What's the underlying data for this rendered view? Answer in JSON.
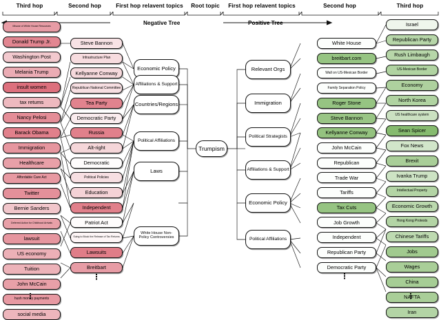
{
  "header": {
    "columns_left": [
      "Third hop",
      "Second hop",
      "First hop relavent topics"
    ],
    "root_label": "Root topic",
    "columns_right": [
      "First hop relavent topics",
      "Second hop",
      "Third hop"
    ],
    "negative_tree_label": "Negative Tree",
    "positive_tree_label": "Positive Tree"
  },
  "root": {
    "label": "Trumpism"
  },
  "colors": {
    "negative_accent": "#d9606e",
    "positive_accent": "#7cb563",
    "node_border": "#111111",
    "background": "#ffffff"
  },
  "negative_tree": {
    "first_hop": [
      {
        "label": "Economic Policy"
      },
      {
        "label": "Affiliations & Support"
      },
      {
        "label": "Countries/Regions"
      },
      {
        "label": "Political Affiliations"
      },
      {
        "label": "Laws"
      },
      {
        "label": "White House Non-Policy Controversies"
      }
    ],
    "second_hop": [
      {
        "label": "Steve Bannon",
        "shade": 0.18
      },
      {
        "label": "Infrastructure Plan",
        "shade": 0.22
      },
      {
        "label": "Kellyanne Conway",
        "shade": 0.24
      },
      {
        "label": "Republican National Committee",
        "shade": 0.2
      },
      {
        "label": "Tea Party",
        "shade": 0.78
      },
      {
        "label": "Democratic Party",
        "shade": 0.12
      },
      {
        "label": "Russia",
        "shade": 0.8
      },
      {
        "label": "Alt-right",
        "shade": 0.26
      },
      {
        "label": "Democratic",
        "shade": 0.02
      },
      {
        "label": "Political Policies",
        "shade": 0.2
      },
      {
        "label": "Education",
        "shade": 0.28
      },
      {
        "label": "Independent",
        "shade": 0.8
      },
      {
        "label": "Patriot Act",
        "shade": 0.02
      },
      {
        "label": "Suing to Block the Release of Tax Returns",
        "shade": 0.06
      },
      {
        "label": "Lawsuits",
        "shade": 0.82
      },
      {
        "label": "Breitbart",
        "shade": 0.62
      }
    ],
    "third_hop": [
      {
        "label": "Misuse of White House Resources",
        "shade": 0.62
      },
      {
        "label": "Donald Trump Jr.",
        "shade": 0.76
      },
      {
        "label": "Washington Post",
        "shade": 0.34
      },
      {
        "label": "Melania Trump",
        "shade": 0.52
      },
      {
        "label": "insult women",
        "shade": 0.9
      },
      {
        "label": "tax retums",
        "shade": 0.44
      },
      {
        "label": "Nancy Pelosi",
        "shade": 0.72
      },
      {
        "label": "Barack Obama",
        "shade": 0.8
      },
      {
        "label": "Immigration",
        "shade": 0.66
      },
      {
        "label": "Healthcare",
        "shade": 0.6
      },
      {
        "label": "Affordable Care Act",
        "shade": 0.64
      },
      {
        "label": "Twitter",
        "shade": 0.7
      },
      {
        "label": "Bernie Sanders",
        "shade": 0.36
      },
      {
        "label": "Deferred Action for Childhood Arrivals",
        "shade": 0.6
      },
      {
        "label": "lawsuit",
        "shade": 0.66
      },
      {
        "label": "US economy",
        "shade": 0.5
      },
      {
        "label": "Tuition",
        "shade": 0.48
      },
      {
        "label": "John McCain",
        "shade": 0.6
      },
      {
        "label": "hush money payments",
        "shade": 0.64
      },
      {
        "label": "social media",
        "shade": 0.46
      }
    ],
    "continuation": "⋮"
  },
  "positive_tree": {
    "first_hop": [
      {
        "label": "Relevant Orgs"
      },
      {
        "label": "Immigration"
      },
      {
        "label": "Political Strategists"
      },
      {
        "label": "Affiliations & Support"
      },
      {
        "label": "Economic Policy"
      },
      {
        "label": "Political Affiliations"
      }
    ],
    "second_hop": [
      {
        "label": "White House",
        "shade": 0.02
      },
      {
        "label": "breitbart.com",
        "shade": 0.8
      },
      {
        "label": "Wall on US-Mexican Border",
        "shade": 0.02
      },
      {
        "label": "Family Separation Policy",
        "shade": 0.02
      },
      {
        "label": "Roger Stone",
        "shade": 0.8
      },
      {
        "label": "Steve Bannon",
        "shade": 0.78
      },
      {
        "label": "Kellyanne Conway",
        "shade": 0.82
      },
      {
        "label": "John McCain",
        "shade": 0.02
      },
      {
        "label": "Republican",
        "shade": 0.02
      },
      {
        "label": "Trade War",
        "shade": 0.02
      },
      {
        "label": "Tariffs",
        "shade": 0.02
      },
      {
        "label": "Tax Cuts",
        "shade": 0.8
      },
      {
        "label": "Job Growth",
        "shade": 0.02
      },
      {
        "label": "Independent",
        "shade": 0.02
      },
      {
        "label": "Republican Party",
        "shade": 0.02
      },
      {
        "label": "Democratic Party",
        "shade": 0.02
      }
    ],
    "third_hop": [
      {
        "label": "Israel",
        "shade": 0.12
      },
      {
        "label": "Republican Party",
        "shade": 0.55
      },
      {
        "label": "Rush Limbaugh",
        "shade": 0.55
      },
      {
        "label": "US-Mexican Border",
        "shade": 0.6
      },
      {
        "label": "Economy",
        "shade": 0.62
      },
      {
        "label": "North Korea",
        "shade": 0.6
      },
      {
        "label": "US healthcare system",
        "shade": 0.4
      },
      {
        "label": "Sean Spicer",
        "shade": 0.92
      },
      {
        "label": "Fox News",
        "shade": 0.34
      },
      {
        "label": "Brexit",
        "shade": 0.66
      },
      {
        "label": "Ivanka Trump",
        "shade": 0.38
      },
      {
        "label": "Intellectual Property",
        "shade": 0.58
      },
      {
        "label": "Economic Growth",
        "shade": 0.52
      },
      {
        "label": "Hong Kong Protests",
        "shade": 0.58
      },
      {
        "label": "Chinese Tariffs",
        "shade": 0.5
      },
      {
        "label": "Jobs",
        "shade": 0.72
      },
      {
        "label": "Wages",
        "shade": 0.66
      },
      {
        "label": "China",
        "shade": 0.68
      },
      {
        "label": "NAFTA",
        "shade": 0.66
      },
      {
        "label": "Iran",
        "shade": 0.58
      }
    ],
    "continuation": "⋮"
  }
}
